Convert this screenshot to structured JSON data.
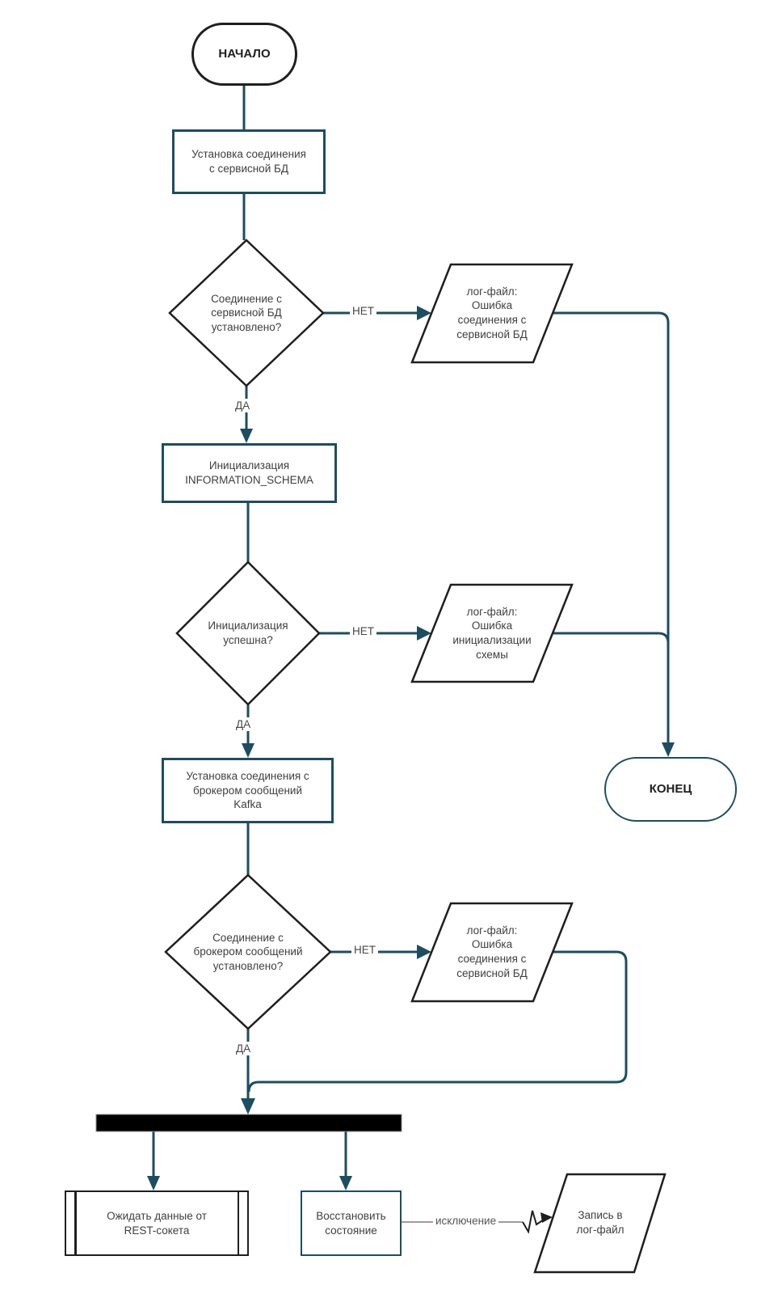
{
  "colors": {
    "connector_teal": "#1d4d60",
    "shape_black": "#1f1f1f",
    "exception_gray": "#9e9e9e",
    "fork_bar_fill": "#000000",
    "text": "#3f3f3f"
  },
  "nodes": {
    "start": {
      "label": "НАЧАЛО"
    },
    "connect_db": {
      "label": "Установка соединения\nс сервисной БД"
    },
    "db_connected": {
      "label": "Соединение с\nсервисной БД\nустановлено?"
    },
    "log_db_error_1": {
      "label": "лог-файл:\nОшибка\nсоединения с\nсервисной БД"
    },
    "init_schema": {
      "label": "Инициализация\nINFORMATION_SCHEMA"
    },
    "init_ok": {
      "label": "Инициализация\nуспешна?"
    },
    "log_init_error": {
      "label": "лог-файл:\nОшибка\nинициализации\nсхемы"
    },
    "connect_kafka": {
      "label": "Установка соединения с\nброкером сообщений\nKafka"
    },
    "kafka_connected": {
      "label": "Соединение с\nброкером сообщений\nустановлено?"
    },
    "log_db_error_2": {
      "label": "лог-файл:\nОшибка\nсоединения с\nсервисной БД"
    },
    "end": {
      "label": "КОНЕЦ"
    },
    "wait_rest": {
      "label": "Ожидать данные от\nREST-сокета"
    },
    "restore_state": {
      "label": "Восстановить\nсостояние"
    },
    "log_write": {
      "label": "Запись в\nлог-файл"
    }
  },
  "edges": {
    "no1": "НЕТ",
    "yes1": "ДА",
    "no2": "НЕТ",
    "yes2": "ДА",
    "no3": "НЕТ",
    "yes3": "ДА",
    "exception": "исключение"
  }
}
